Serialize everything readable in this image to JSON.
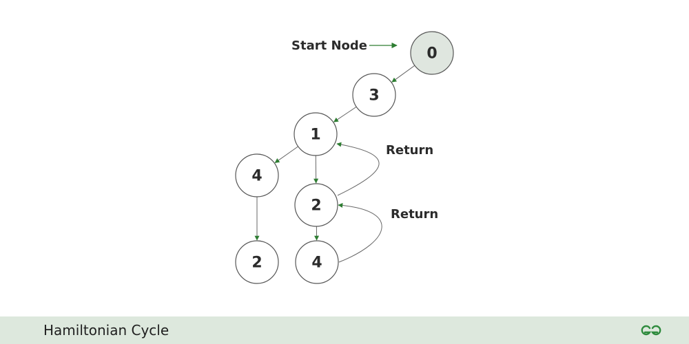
{
  "diagram": {
    "start_label": "Start Node",
    "nodes": [
      {
        "id": "n0",
        "label": "0",
        "is_start": true
      },
      {
        "id": "n3",
        "label": "3"
      },
      {
        "id": "n1",
        "label": "1"
      },
      {
        "id": "n4a",
        "label": "4"
      },
      {
        "id": "n2a",
        "label": "2"
      },
      {
        "id": "n2b",
        "label": "2"
      },
      {
        "id": "n4b",
        "label": "4"
      }
    ],
    "edges": [
      {
        "from": "n0",
        "to": "n3"
      },
      {
        "from": "n3",
        "to": "n1"
      },
      {
        "from": "n1",
        "to": "n4a"
      },
      {
        "from": "n1",
        "to": "n2a"
      },
      {
        "from": "n4a",
        "to": "n2b"
      },
      {
        "from": "n2a",
        "to": "n4b"
      }
    ],
    "returns": [
      {
        "from": "n2a",
        "to": "n1",
        "label": "Return"
      },
      {
        "from": "n4b",
        "to": "n2a",
        "label": "Return"
      }
    ],
    "colors": {
      "arrowhead": "#2e7d32",
      "start_node_fill": "#dfe6df",
      "start_arrow": "#2e7d32"
    }
  },
  "footer": {
    "title": "Hamiltonian Cycle",
    "logo_icon": "gfg-logo-icon",
    "background": "#dde8dd",
    "logo_color": "#2e8b3d"
  }
}
